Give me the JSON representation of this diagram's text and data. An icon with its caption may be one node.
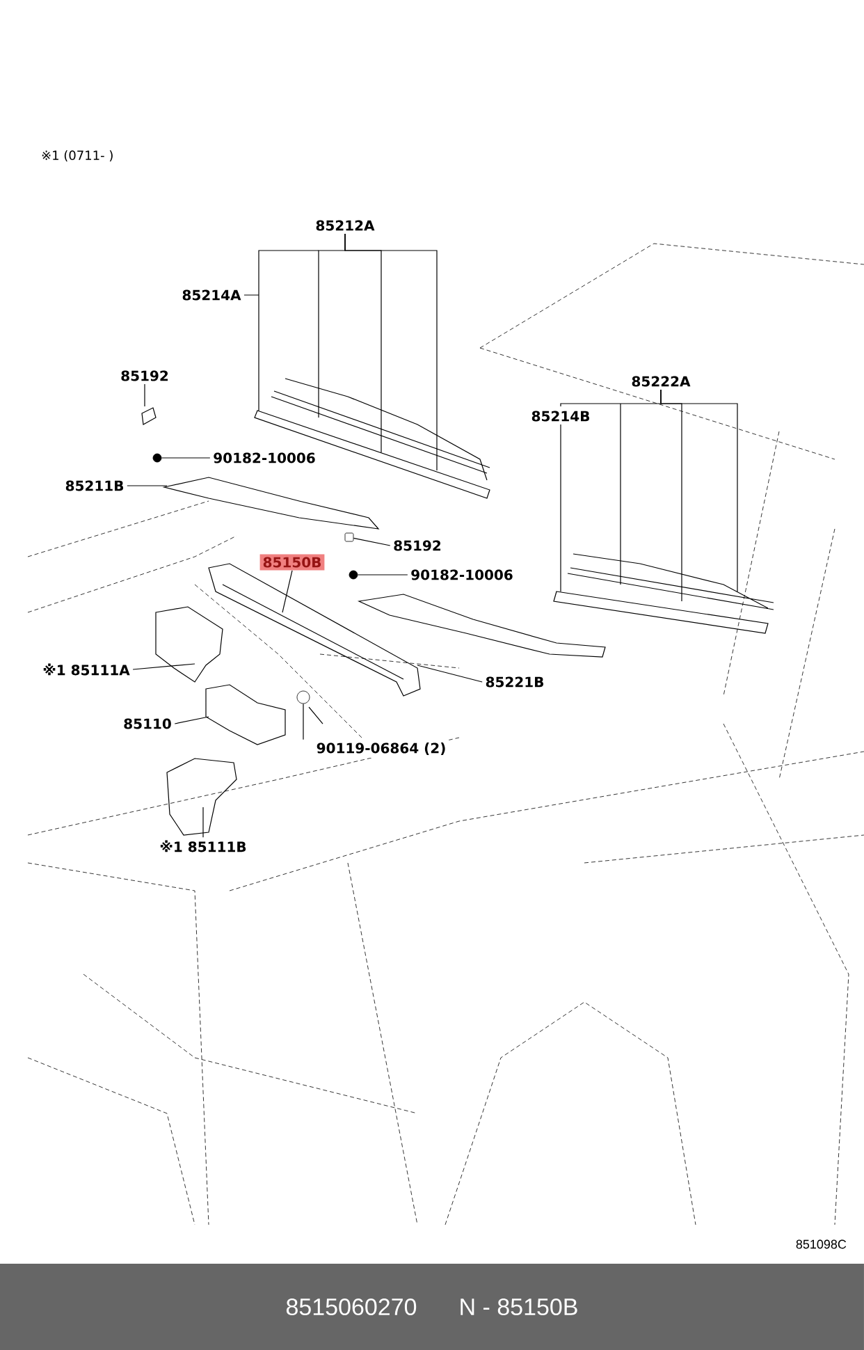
{
  "diagram": {
    "nodes": [
      {
        "text": [
          "85212A"
        ]
      },
      {
        "text": [
          "85214A"
        ]
      },
      {
        "text": [
          "85192"
        ]
      },
      {
        "text": [
          "90182-10006"
        ]
      },
      {
        "text": [
          "85211B"
        ]
      },
      {
        "text": [
          "85222A"
        ]
      },
      {
        "text": [
          "85214B"
        ]
      },
      {
        "text": [
          "85192"
        ]
      },
      {
        "text": [
          "85150B"
        ]
      },
      {
        "text": [
          "90182-10006"
        ]
      },
      {
        "text": [
          "※1 85111A"
        ]
      },
      {
        "text": [
          "85221B"
        ]
      },
      {
        "text": [
          "85110"
        ]
      },
      {
        "text": [
          "90119-06864 (2)"
        ]
      },
      {
        "text": [
          "※1 85111B"
        ]
      },
      {
        "text": [
          "8515060270",
          "N - 85150B"
        ]
      },
      {
        "text": [],
        "shape": "circle"
      },
      {
        "text": [],
        "shape": "box"
      },
      {
        "text": [],
        "shape": "circle"
      },
      {
        "text": [],
        "shape": "circle"
      }
    ],
    "edges": [
      {
        "from": 0,
        "to": null,
        "arrow": "none"
      },
      {
        "from": 0,
        "to": null,
        "arrow": "none"
      },
      {
        "from": 0,
        "to": null,
        "arrow": "none"
      },
      {
        "from": 1,
        "to": null,
        "arrow": "none"
      },
      {
        "from": 5,
        "to": null,
        "arrow": "none"
      },
      {
        "from": 5,
        "to": null,
        "arrow": "none"
      },
      {
        "from": 5,
        "to": null,
        "arrow": "none"
      },
      {
        "from": 6,
        "to": null,
        "arrow": "none"
      },
      {
        "from": 2,
        "to": null,
        "arrow": "none"
      },
      {
        "from": 3,
        "to": 16,
        "arrow": "none"
      },
      {
        "from": 4,
        "to": null,
        "arrow": "none"
      },
      {
        "from": 7,
        "to": 17,
        "arrow": "none"
      },
      {
        "from": 8,
        "to": null,
        "arrow": "none"
      },
      {
        "from": 9,
        "to": 18,
        "arrow": "none"
      },
      {
        "from": 10,
        "to": null,
        "arrow": "none"
      },
      {
        "from": 11,
        "to": null,
        "arrow": "none"
      },
      {
        "from": 12,
        "to": null,
        "arrow": "none"
      },
      {
        "from": 13,
        "to": 19,
        "arrow": "none"
      },
      {
        "from": 14,
        "to": null,
        "arrow": "none"
      }
    ],
    "labels": [
      "※1 (0711-  )",
      "851098C"
    ]
  }
}
